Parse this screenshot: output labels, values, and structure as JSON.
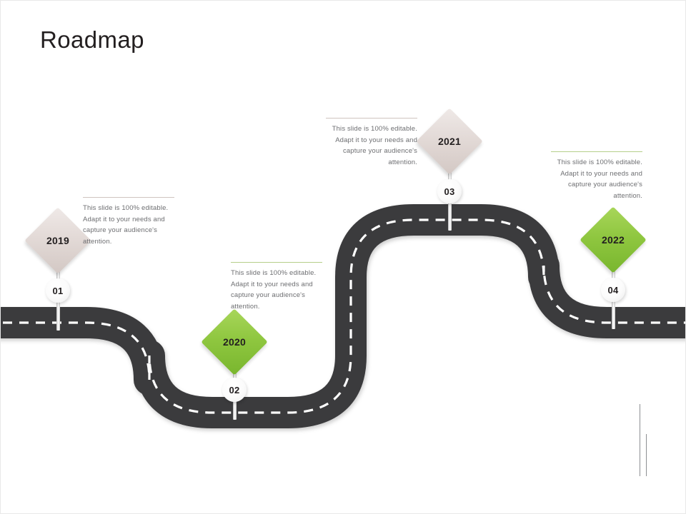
{
  "slide": {
    "title": "Roadmap",
    "background_color": "#ffffff",
    "title_color": "#231f20"
  },
  "theme": {
    "road_color": "#3a3a3c",
    "road_dash_color": "#ffffff",
    "beige_accent": "#ddd3cf",
    "green_accent": "#8ec63f",
    "text_color": "#6d6e71",
    "badge_color": "#ffffff"
  },
  "body_text": "This slide is 100% editable. Adapt it to your needs and capture your audience's attention.",
  "milestones": [
    {
      "id": "milestone-1",
      "year": "2019",
      "number": "01",
      "color": "beige",
      "align": "left",
      "text": "This slide is 100% editable. Adapt it to your needs and capture your audience's attention."
    },
    {
      "id": "milestone-2",
      "year": "2020",
      "number": "02",
      "color": "green",
      "align": "left",
      "text": "This slide is 100% editable. Adapt it to your needs and capture your audience's attention."
    },
    {
      "id": "milestone-3",
      "year": "2021",
      "number": "03",
      "color": "beige",
      "align": "right",
      "text": "This slide is 100% editable. Adapt it to your needs and capture your audience's attention."
    },
    {
      "id": "milestone-4",
      "year": "2022",
      "number": "04",
      "color": "green",
      "align": "right",
      "text": "This slide is 100% editable. Adapt it to your needs and capture your audience's attention."
    }
  ]
}
